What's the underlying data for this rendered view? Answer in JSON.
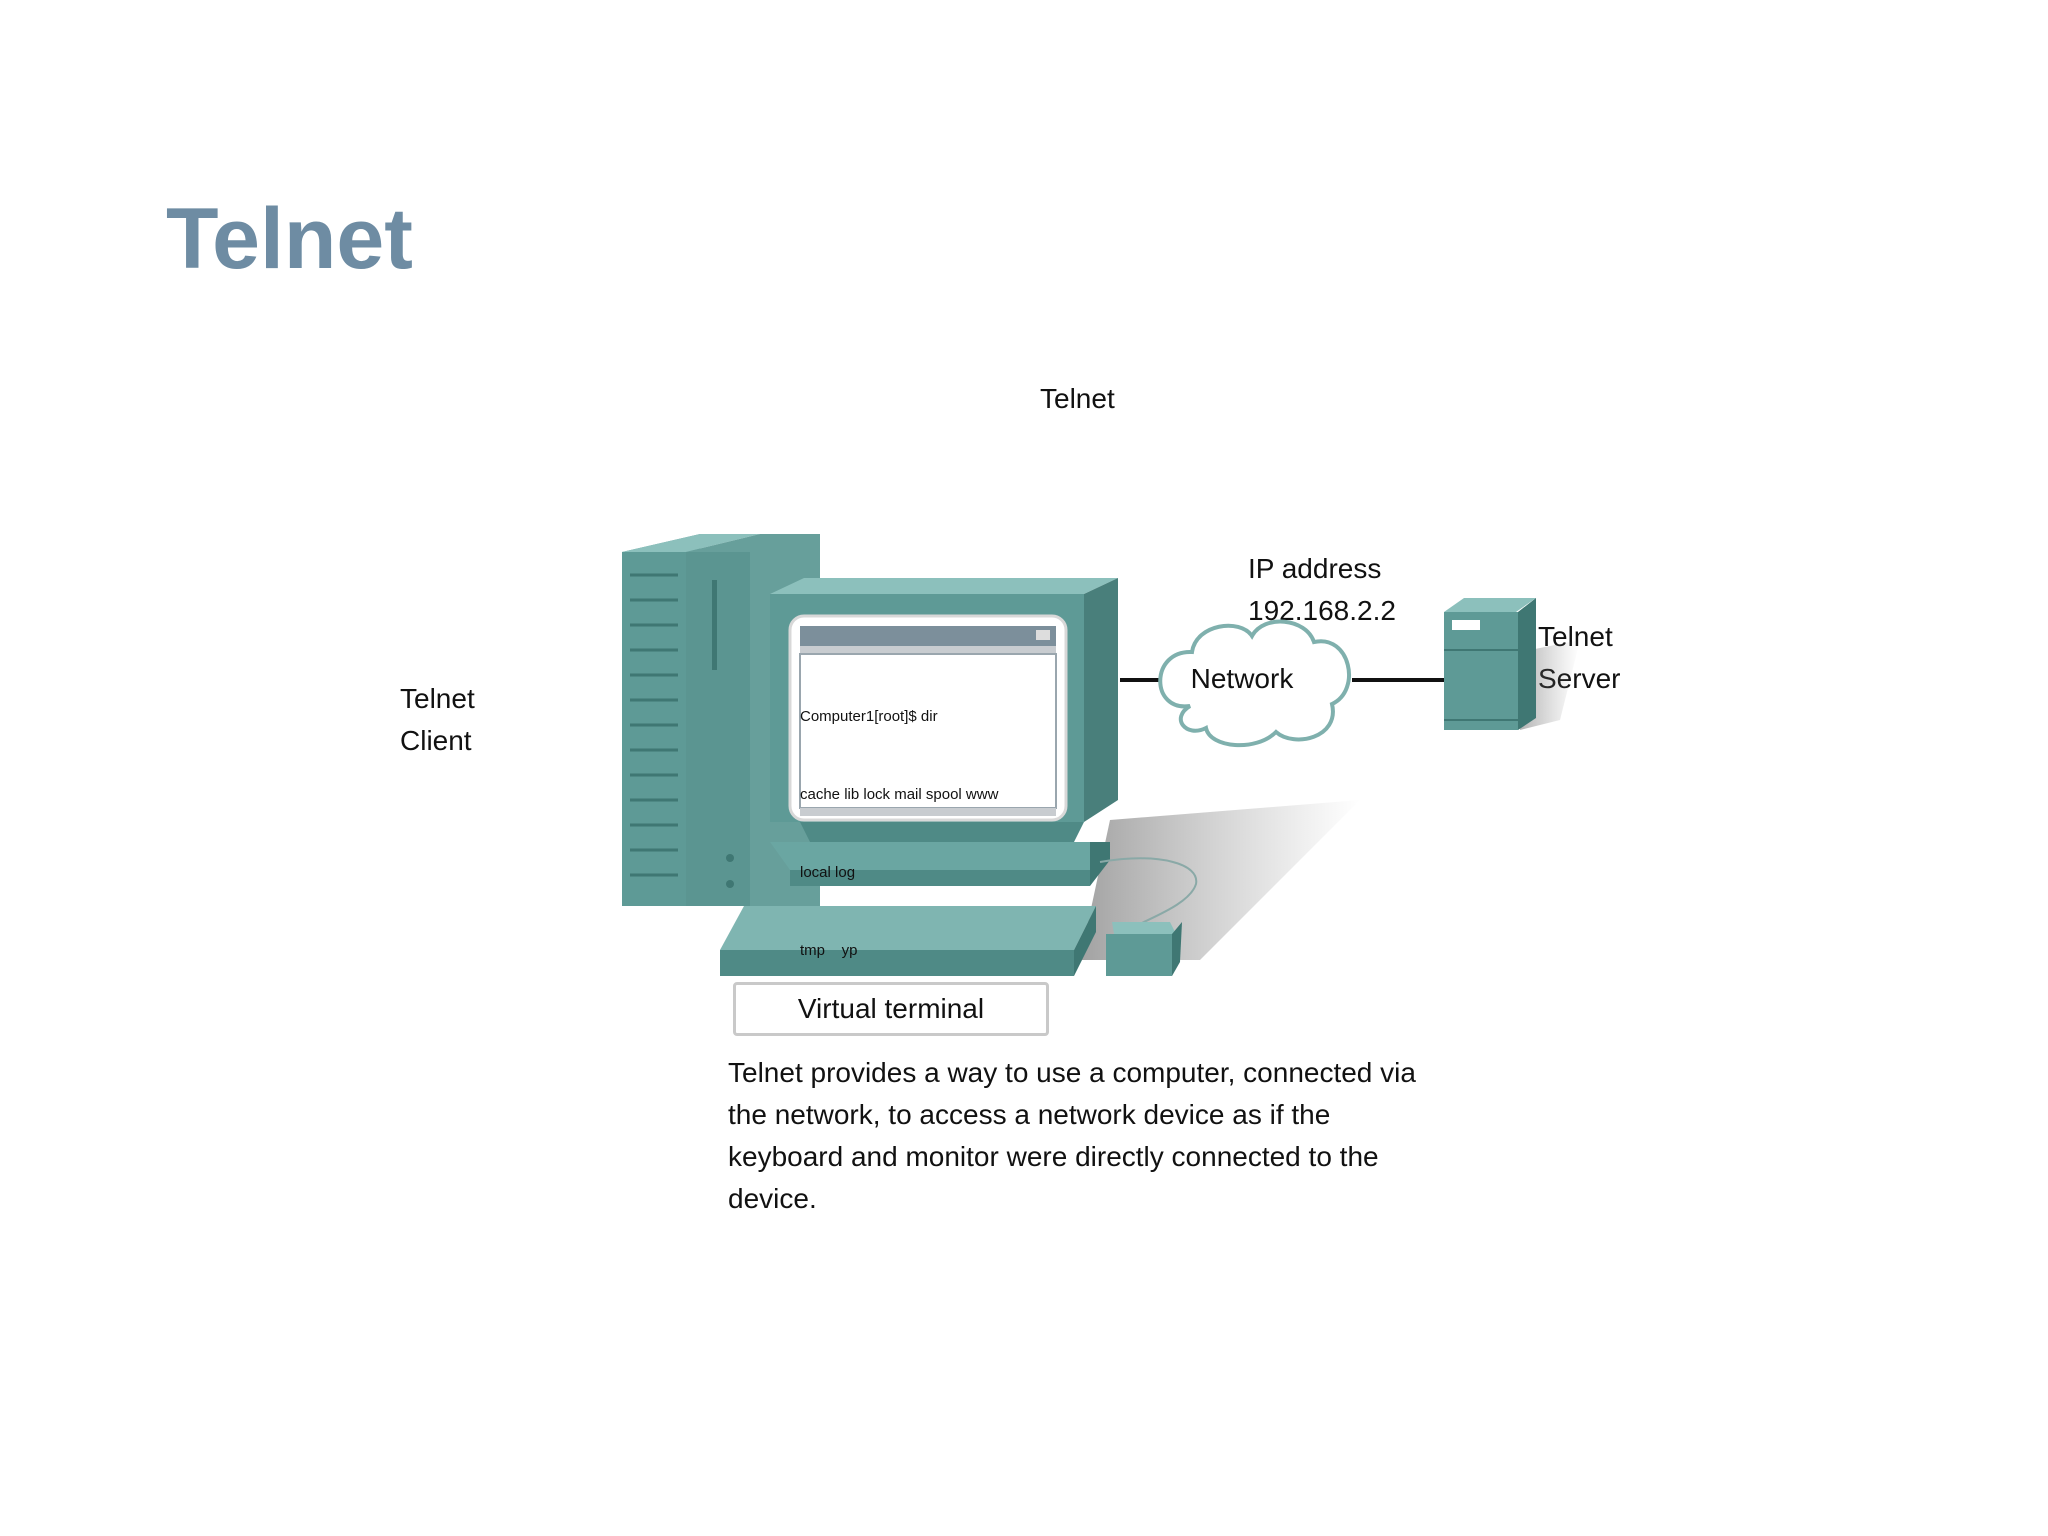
{
  "slide": {
    "title": "Telnet"
  },
  "diagram": {
    "title": "Telnet",
    "client_label": [
      "Telnet",
      "Client"
    ],
    "ip_label": [
      "IP address",
      "192.168.2.2"
    ],
    "network_label": "Network",
    "server_label": [
      "Telnet",
      "Server"
    ],
    "virtual_terminal_label": "Virtual terminal",
    "terminal_lines": [
      "Computer1[root]$ dir",
      "cache lib lock mail spool www",
      "local log",
      "tmp    yp"
    ],
    "caption": "Telnet provides a way to use a computer, connected via the network, to access a network device as if the keyboard and monitor were directly connected to the device."
  },
  "colors": {
    "title": "#6e8ca3",
    "device_teal": "#5e9a96",
    "device_teal_dark": "#3f7773",
    "device_teal_light": "#7fb5b1",
    "cloud_stroke": "#7fb0ad"
  }
}
